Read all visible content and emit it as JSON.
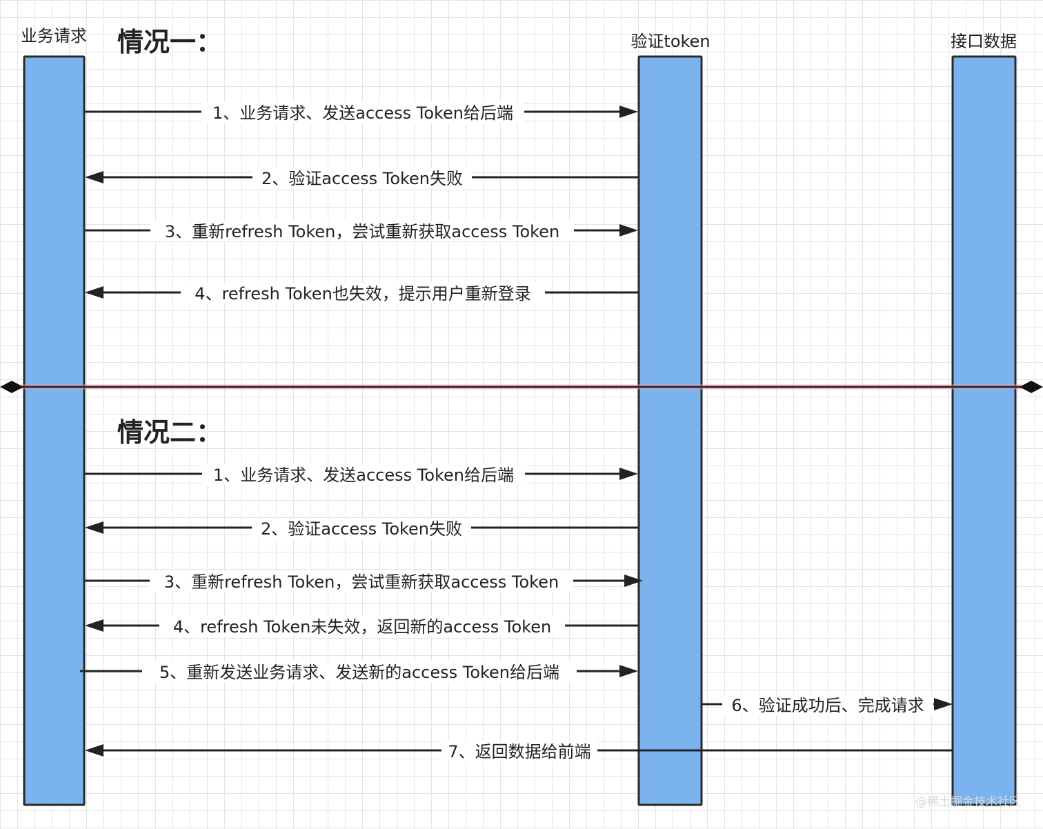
{
  "lanes": [
    {
      "id": "business",
      "title": "业务请求"
    },
    {
      "id": "verify",
      "title": "验证token"
    },
    {
      "id": "api",
      "title": "接口数据"
    }
  ],
  "sections": [
    {
      "title": "情况一：",
      "messages": [
        {
          "label": "1、业务请求、发送access Token给后端",
          "from": "business",
          "to": "verify"
        },
        {
          "label": "2、验证access Token失败",
          "from": "verify",
          "to": "business"
        },
        {
          "label": "3、重新refresh Token，尝试重新获取access Token",
          "from": "business",
          "to": "verify"
        },
        {
          "label": "4、refresh Token也失效，提示用户重新登录",
          "from": "verify",
          "to": "business"
        }
      ]
    },
    {
      "title": "情况二：",
      "messages": [
        {
          "label": "1、业务请求、发送access Token给后端",
          "from": "business",
          "to": "verify"
        },
        {
          "label": "2、验证access Token失败",
          "from": "verify",
          "to": "business"
        },
        {
          "label": "3、重新refresh Token，尝试重新获取access Token",
          "from": "business",
          "to": "verify"
        },
        {
          "label": "4、refresh Token未失效，返回新的access Token",
          "from": "verify",
          "to": "business"
        },
        {
          "label": "5、重新发送业务请求、发送新的access Token给后端",
          "from": "business",
          "to": "verify"
        },
        {
          "label": "6、验证成功后、完成请求",
          "from": "verify",
          "to": "api"
        },
        {
          "label": "7、返回数据给前端",
          "from": "api",
          "to": "business"
        }
      ]
    }
  ],
  "watermark": "@稀土掘金技术社区",
  "colors": {
    "lane_fill": "#7ab3ee",
    "line": "#222222"
  }
}
